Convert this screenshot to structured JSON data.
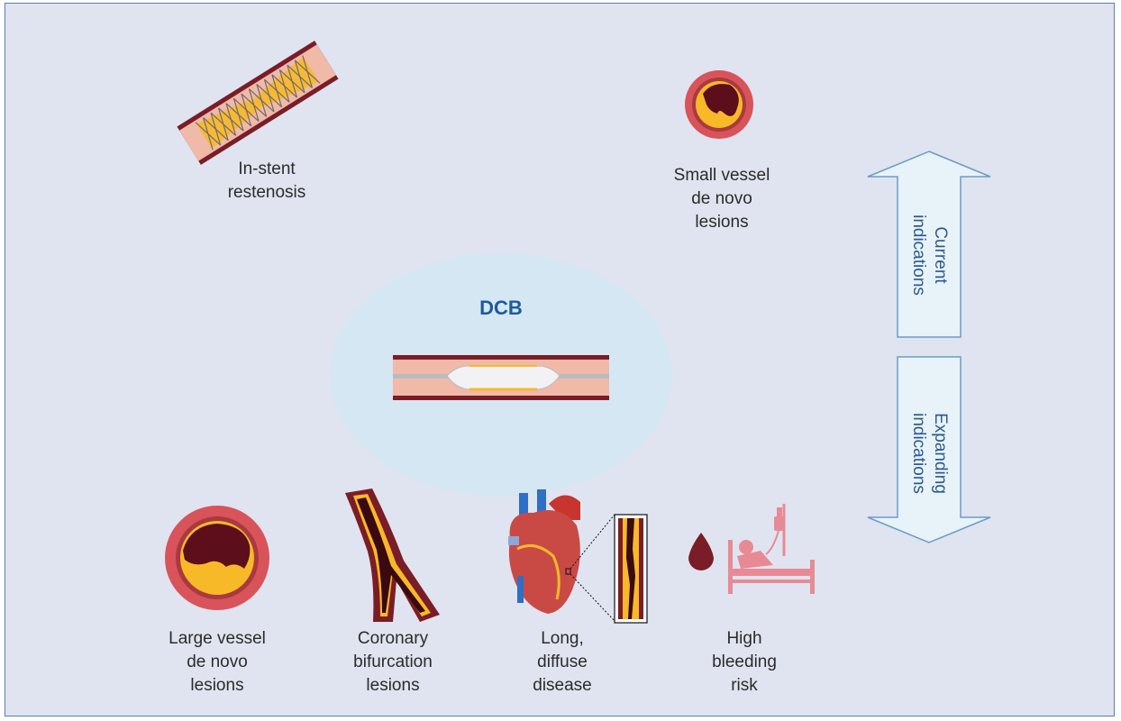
{
  "center": {
    "title": "DCB"
  },
  "current_indications": [
    {
      "label": "In-stent\nrestenosis",
      "icon": "stented-artery-icon"
    },
    {
      "label": "Small vessel\nde novo\nlesions",
      "icon": "small-vessel-cross-section-icon"
    }
  ],
  "expanding_indications": [
    {
      "label": "Large vessel\nde novo\nlesions",
      "icon": "large-vessel-cross-section-icon"
    },
    {
      "label": "Coronary\nbifurcation\nlesions",
      "icon": "bifurcation-artery-icon"
    },
    {
      "label": "Long,\ndiffuse\ndisease",
      "icon": "heart-icon"
    },
    {
      "label": "High\nbleeding\nrisk",
      "icon": "patient-bed-icon"
    }
  ],
  "arrows": {
    "up": "Current\nindications",
    "down": "Expanding\nindications"
  },
  "colors": {
    "background": "#dfe4f0",
    "border": "#5b7fae",
    "arrow_fill": "#e8f3f9",
    "arrow_stroke": "#6b9cc7",
    "vessel_wall": "#7a1d26",
    "vessel_lumen": "#f0b9a8",
    "plaque": "#f7b928",
    "title": "#1d5a9b"
  }
}
